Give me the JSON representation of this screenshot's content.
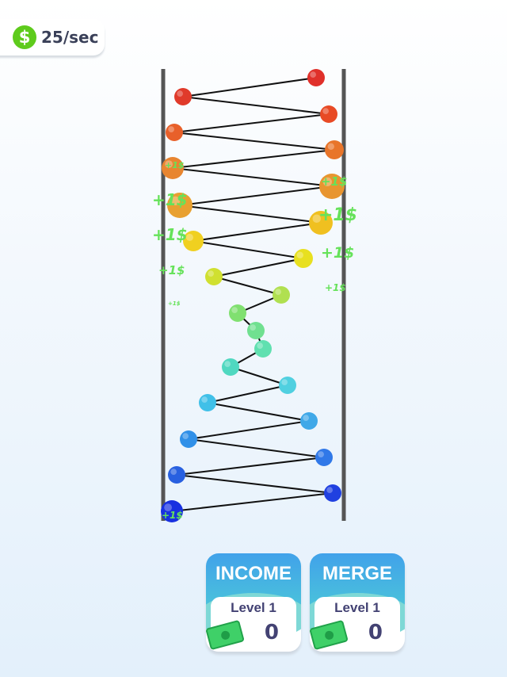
{
  "hud": {
    "income_rate": "25/sec",
    "currency_icon": "dollar-coin-icon",
    "currency_symbol": "$"
  },
  "floating_texts": [
    "+1$",
    "+1$",
    "+1$",
    "+1$",
    "+1$",
    "+1$",
    "+1$",
    "+1$",
    "+1$",
    "+1$"
  ],
  "colors": {
    "rail": "#555555",
    "rope": "#111111",
    "floating_text": "#66e25a",
    "accent": "#41a2ea"
  },
  "upgrades": [
    {
      "title": "INCOME",
      "level": "Level 1",
      "cost": "0",
      "icon": "cash-icon"
    },
    {
      "title": "MERGE",
      "level": "Level 1",
      "cost": "0",
      "icon": "cash-icon"
    }
  ]
}
